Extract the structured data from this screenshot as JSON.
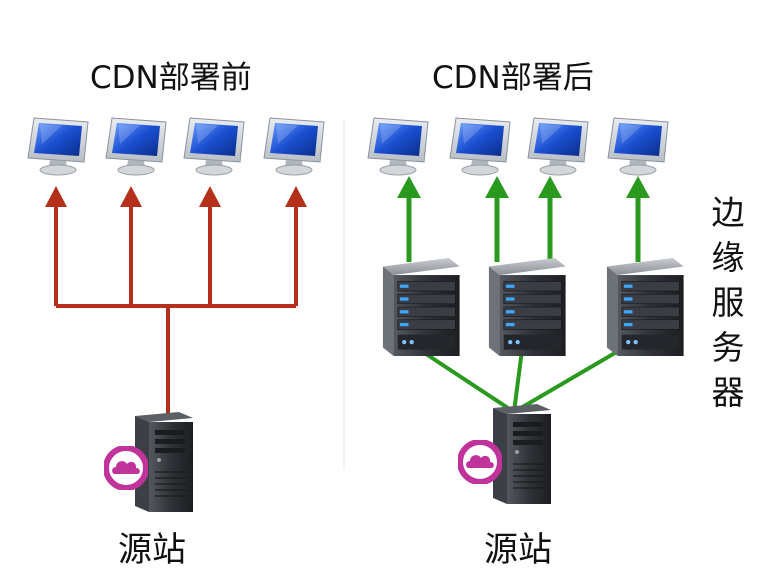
{
  "panels": {
    "before": {
      "title": "CDN部署前",
      "origin_label": "源站"
    },
    "after": {
      "title": "CDN部署后",
      "origin_label": "源站"
    }
  },
  "edge_label_chars": [
    "边",
    "缘",
    "服",
    "务",
    "器"
  ],
  "colors": {
    "before_arrow": "#b5301b",
    "after_arrow": "#2a9a1f",
    "origin_badge": "#c0339a",
    "monitor_screen": "#1a4fd0",
    "server_body": "#2e3137"
  },
  "icons": [
    "monitor-icon",
    "edge-server-icon",
    "origin-server-icon",
    "cloud-icon",
    "arrow-icon"
  ]
}
